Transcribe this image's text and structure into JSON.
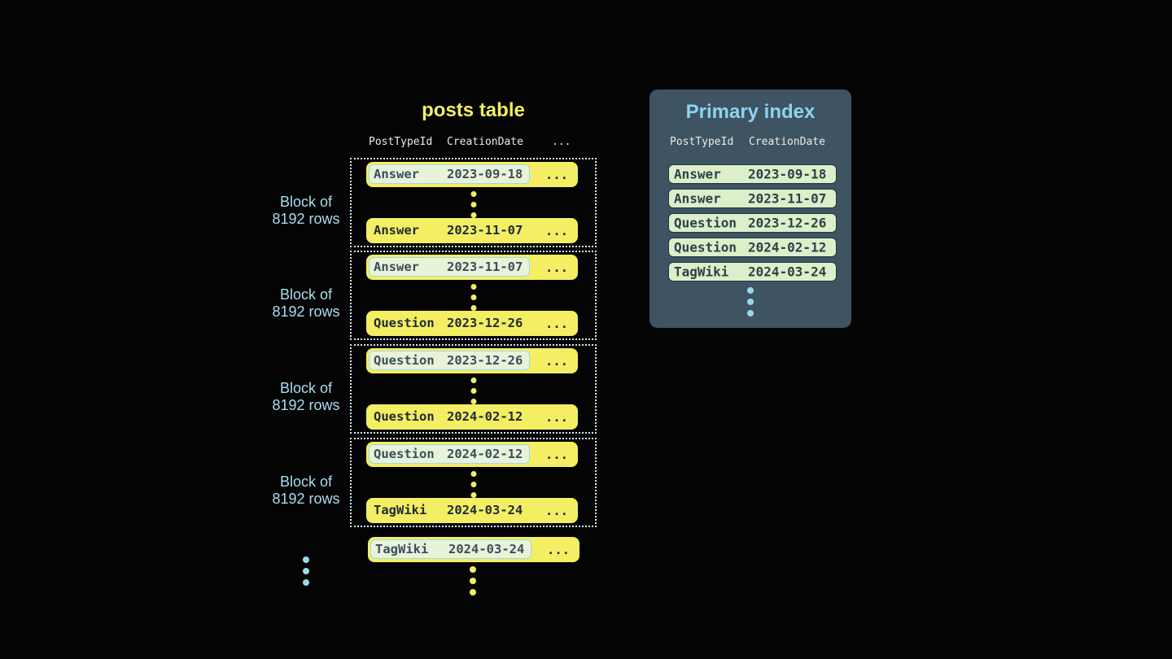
{
  "posts_table": {
    "title": "posts table",
    "columns": [
      "PostTypeId",
      "CreationDate",
      "..."
    ],
    "ellipsis": "...",
    "block_label": [
      "Block of",
      "8192 rows"
    ],
    "blocks": [
      {
        "first": {
          "type": "Answer",
          "date": "2023-09-18"
        },
        "last": {
          "type": "Answer",
          "date": "2023-11-07"
        }
      },
      {
        "first": {
          "type": "Answer",
          "date": "2023-11-07"
        },
        "last": {
          "type": "Question",
          "date": "2023-12-26"
        }
      },
      {
        "first": {
          "type": "Question",
          "date": "2023-12-26"
        },
        "last": {
          "type": "Question",
          "date": "2024-02-12"
        }
      },
      {
        "first": {
          "type": "Question",
          "date": "2024-02-12"
        },
        "last": {
          "type": "TagWiki",
          "date": "2024-03-24"
        }
      }
    ],
    "overflow_row": {
      "type": "TagWiki",
      "date": "2024-03-24"
    }
  },
  "primary_index": {
    "title": "Primary index",
    "columns": [
      "PostTypeId",
      "CreationDate"
    ],
    "rows": [
      {
        "type": "Answer",
        "date": "2023-09-18"
      },
      {
        "type": "Answer",
        "date": "2023-11-07"
      },
      {
        "type": "Question",
        "date": "2023-12-26"
      },
      {
        "type": "Question",
        "date": "2024-02-12"
      },
      {
        "type": "TagWiki",
        "date": "2024-03-24"
      }
    ]
  },
  "colors": {
    "background": "#040404",
    "row_yellow": "#f3ee63",
    "table_title_yellow": "#f3ee63",
    "block_label_blue": "#aadcee",
    "dot_blue": "#9cd7ea",
    "dotted_border": "#d4ebf5",
    "highlight_bg": "#e8f3da",
    "highlight_border": "#9ed9ec",
    "panel_bg": "#3e5463",
    "panel_title_blue": "#8ed3ef",
    "index_row_bg": "#ddefc8",
    "index_row_border": "#26343d",
    "header_text": "#e9ebea",
    "row_text_dark": "#1f2a31",
    "highlight_text": "#3b4e5c"
  }
}
